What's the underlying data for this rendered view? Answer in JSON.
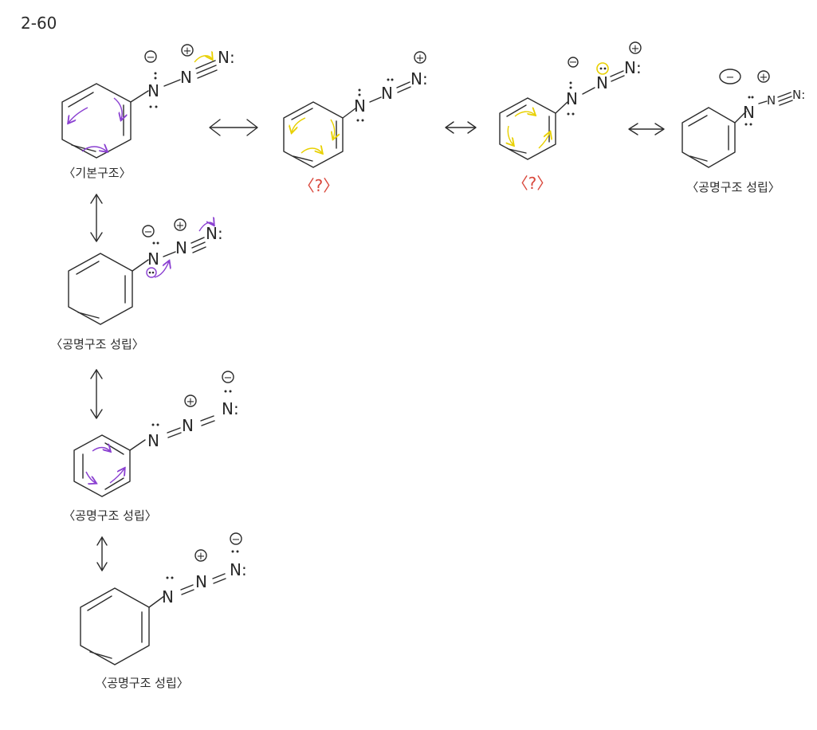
{
  "problem_number": "2-60",
  "labels": {
    "basic": "〈기본구조〉",
    "valid": "〈공명구조 성립〉",
    "question": "〈?〉"
  },
  "atoms": {
    "n_lone": "N",
    "n_bond": "N",
    "n_end": "N:"
  },
  "charges": {
    "minus": "−",
    "plus": "+"
  },
  "colors": {
    "ink": "#2b2b2b",
    "purple": "#8a3fd1",
    "yellow": "#e8d000",
    "red": "#d9473b"
  }
}
